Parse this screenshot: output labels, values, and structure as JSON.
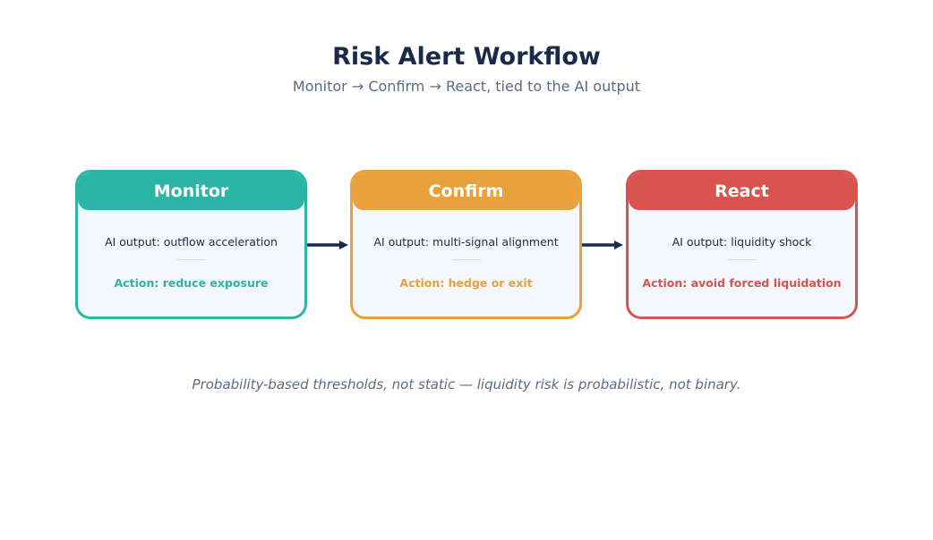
{
  "title": "Risk Alert Workflow",
  "subtitle": "Monitor → Confirm → React, tied to the AI output",
  "steps": [
    {
      "name": "Monitor",
      "ai_output": "AI output: outflow acceleration",
      "action": "Action: reduce exposure",
      "color": "#2bb5a5"
    },
    {
      "name": "Confirm",
      "ai_output": "AI output: multi-signal alignment",
      "action": "Action: hedge or exit",
      "color": "#e8a13b"
    },
    {
      "name": "React",
      "ai_output": "AI output: liquidity shock",
      "action": "Action: avoid forced liquidation",
      "color": "#d9534f"
    }
  ],
  "footnote": "Probability-based thresholds, not static — liquidity risk is probabilistic, not binary.",
  "colors": {
    "title": "#1b2a4a",
    "muted": "#5a6b85",
    "arrow": "#1b2a4a",
    "card_bg": "#f4f7fb"
  }
}
